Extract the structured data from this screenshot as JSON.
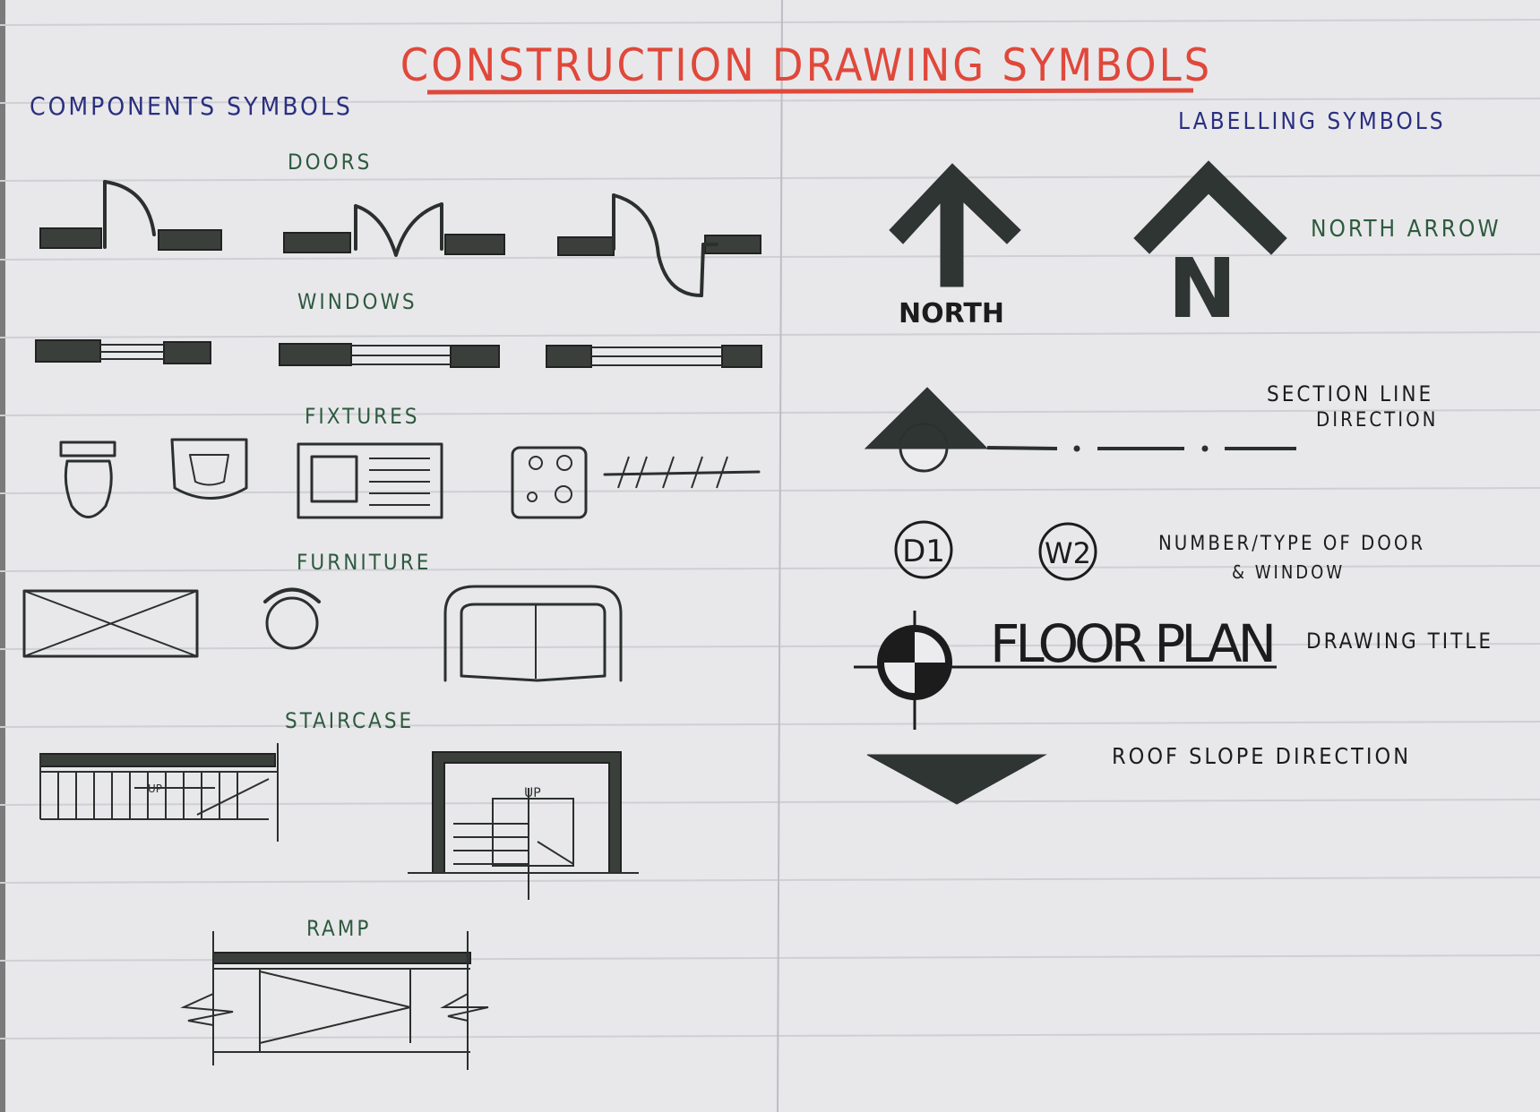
{
  "title": "CONSTRUCTION DRAWING SYMBOLS",
  "left": {
    "heading": "COMPONENTS SYMBOLS",
    "doors": "DOORS",
    "windows": "WINDOWS",
    "fixtures": "FIXTURES",
    "furniture": "FURNITURE",
    "staircase": "STAIRCASE",
    "stair_up_1": "UP",
    "stair_up_2": "UP",
    "ramp": "RAMP"
  },
  "right": {
    "heading": "LABELLING SYMBOLS",
    "north_text": "NORTH",
    "north_letter": "N",
    "north_arrow_label": "NORTH ARROW",
    "section_label_1": "SECTION LINE",
    "section_label_2": "DIRECTION",
    "door_tag": "D1",
    "window_tag": "W2",
    "tag_label_1": "NUMBER/TYPE OF DOOR",
    "tag_label_2": "& WINDOW",
    "floor_plan": "FLOOR PLAN",
    "drawing_title_label": "DRAWING TITLE",
    "roof_label": "ROOF SLOPE DIRECTION"
  },
  "colors": {
    "title": "#e0483a",
    "heading": "#2a2f80",
    "label": "#2e5a3e",
    "ink": "#2b302d"
  }
}
